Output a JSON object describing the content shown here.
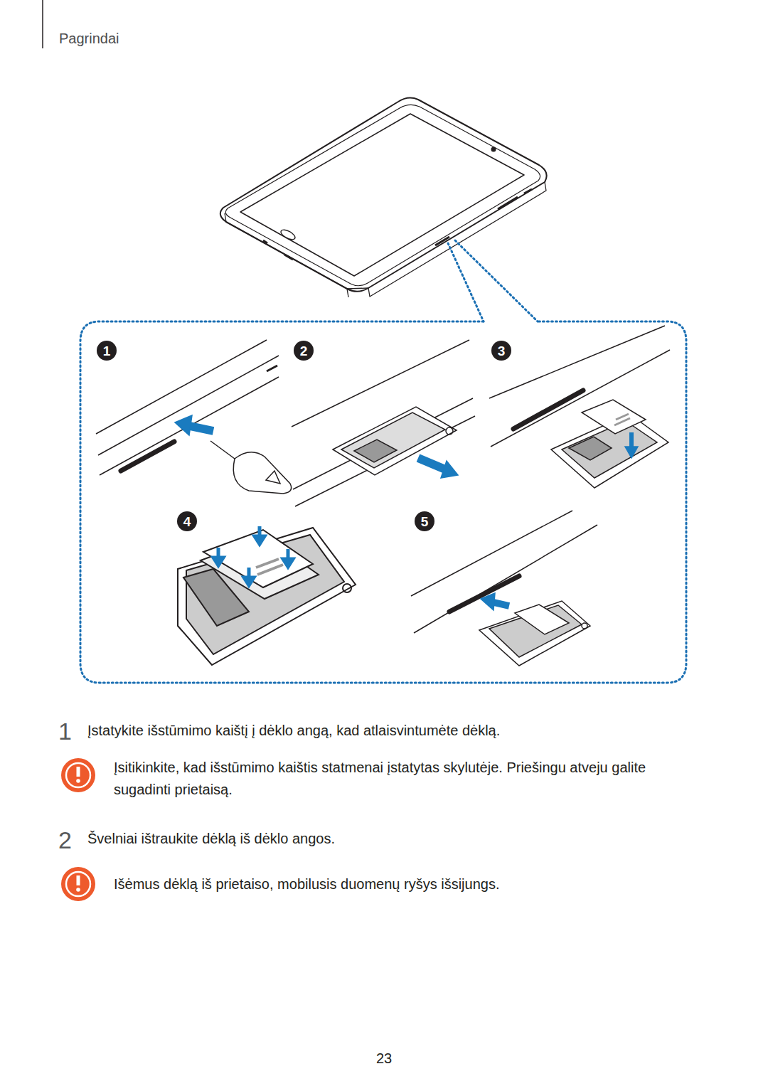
{
  "diagram": {
    "nodes": [
      {
        "text": [
          "1"
        ]
      },
      {
        "text": [
          "2"
        ]
      },
      {
        "text": [
          "3"
        ]
      },
      {
        "text": [
          "4"
        ]
      },
      {
        "text": [
          "5"
        ]
      }
    ],
    "labels": [
      "Pagrindai",
      "1",
      "Įstatykite išstūmimo kaištį į dėklo angą, kad atlaisvintumėte dėklą.",
      "Įsitikinkite, kad išstūmimo kaištis statmenai įstatytas skylutėje. Priešingu atveju galite sugadinti prietaisą.",
      "2",
      "Švelniai ištraukite dėklą iš dėklo angos.",
      "Išėmus dėklą iš prietaiso, mobilusis duomenų ryšys išsijungs.",
      "23"
    ]
  }
}
